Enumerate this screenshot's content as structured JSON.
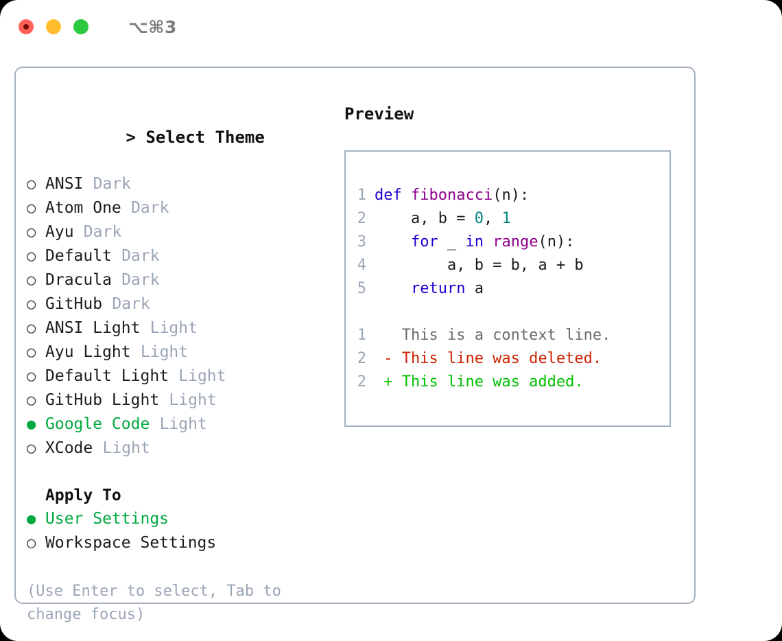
{
  "window": {
    "title": "⌥⌘3",
    "traffic_lights": [
      "close-red",
      "minimize-yellow",
      "maximize-green"
    ]
  },
  "colors": {
    "accent_green": "#00a83f",
    "muted": "#9aa5b5",
    "border": "#a5b0bd",
    "keyword": "#2000d0",
    "function": "#8b008b",
    "number": "#008080",
    "diff_add": "#00c000",
    "diff_del": "#cc2200",
    "diff_ctx": "#6b6b6b"
  },
  "theme_panel": {
    "heading": "> Select Theme",
    "caret": ">",
    "heading_label": "Select Theme",
    "marker_off": "○",
    "marker_on": "●",
    "items": [
      {
        "label": "ANSI",
        "suffix": "Dark",
        "selected": false
      },
      {
        "label": "Atom One",
        "suffix": "Dark",
        "selected": false
      },
      {
        "label": "Ayu",
        "suffix": "Dark",
        "selected": false
      },
      {
        "label": "Default",
        "suffix": "Dark",
        "selected": false
      },
      {
        "label": "Dracula",
        "suffix": "Dark",
        "selected": false
      },
      {
        "label": "GitHub",
        "suffix": "Dark",
        "selected": false
      },
      {
        "label": "ANSI Light",
        "suffix": "Light",
        "selected": false
      },
      {
        "label": "Ayu Light",
        "suffix": "Light",
        "selected": false
      },
      {
        "label": "Default Light",
        "suffix": "Light",
        "selected": false
      },
      {
        "label": "GitHub Light",
        "suffix": "Light",
        "selected": false
      },
      {
        "label": "Google Code",
        "suffix": "Light",
        "selected": true
      },
      {
        "label": "XCode",
        "suffix": "Light",
        "selected": false
      }
    ]
  },
  "apply_to": {
    "heading": "Apply To",
    "items": [
      {
        "label": "User Settings",
        "suffix": "",
        "selected": true
      },
      {
        "label": "Workspace Settings",
        "suffix": "",
        "selected": false
      }
    ]
  },
  "hint": "(Use Enter to select, Tab to change focus)",
  "preview": {
    "title": "Preview",
    "code_lines": [
      {
        "number": "1",
        "tokens": [
          {
            "text": "def ",
            "type": "kw"
          },
          {
            "text": "fibonacci",
            "type": "fn"
          },
          {
            "text": "(n):",
            "type": "plain"
          }
        ]
      },
      {
        "number": "2",
        "tokens": [
          {
            "text": "    a, b = ",
            "type": "plain"
          },
          {
            "text": "0",
            "type": "num"
          },
          {
            "text": ", ",
            "type": "plain"
          },
          {
            "text": "1",
            "type": "num"
          }
        ]
      },
      {
        "number": "3",
        "tokens": [
          {
            "text": "    ",
            "type": "plain"
          },
          {
            "text": "for",
            "type": "kw"
          },
          {
            "text": " _ ",
            "type": "plain"
          },
          {
            "text": "in",
            "type": "kw"
          },
          {
            "text": " ",
            "type": "plain"
          },
          {
            "text": "range",
            "type": "fn"
          },
          {
            "text": "(n):",
            "type": "plain"
          }
        ]
      },
      {
        "number": "4",
        "tokens": [
          {
            "text": "        a, b = b, a + b",
            "type": "plain"
          }
        ]
      },
      {
        "number": "5",
        "tokens": [
          {
            "text": "    ",
            "type": "plain"
          },
          {
            "text": "return",
            "type": "kw"
          },
          {
            "text": " a",
            "type": "plain"
          }
        ]
      }
    ],
    "diff_lines": [
      {
        "number": "1",
        "marker": " ",
        "text": "This is a context line.",
        "type": "ctx"
      },
      {
        "number": "2",
        "marker": "-",
        "text": "This line was deleted.",
        "type": "del"
      },
      {
        "number": "2",
        "marker": "+",
        "text": "This line was added.",
        "type": "add"
      }
    ]
  }
}
